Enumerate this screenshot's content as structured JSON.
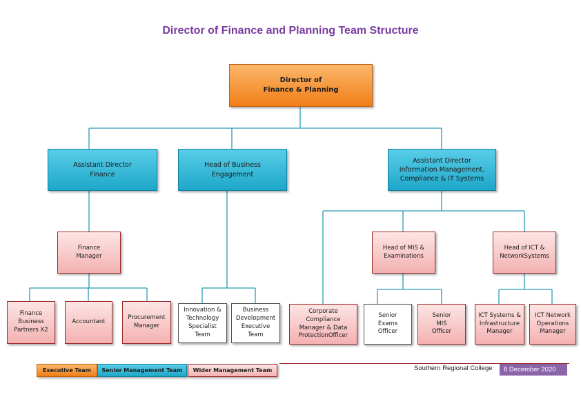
{
  "title": "Director of Finance and Planning Team Structure",
  "colors": {
    "executive": "#f07e17",
    "senior": "#1ea7c9",
    "wider": "#f4b1b1",
    "connector": "#2a9bb8",
    "title": "#7a3aa0",
    "date_bg": "#8a63a9"
  },
  "nodes": {
    "director": "Director of\nFinance & Planning",
    "ad_finance": "Assistant Director\nFinance",
    "head_business": "Head of Business\nEngagement",
    "ad_info": "Assistant Director\nInformation Management,\nCompliance & IT Systems",
    "finance_manager": "Finance\nManager",
    "head_mis": "Head of MIS &\nExaminations",
    "head_ict": "Head of ICT &\nNetworkSystems",
    "finance_bp": "Finance\nBusiness\nPartners X2",
    "accountant": "Accountant",
    "procurement": "Procurement\nManager",
    "innovation": "Innovation &\nTechnology\nSpecialist\nTeam",
    "business_dev": "Business\nDevelopment\nExecutive\nTeam",
    "corporate": "Corporate\nCompliance\nManager & Data\nProtectionOfficer",
    "senior_exams": "Senior\nExams\nOfficer",
    "senior_mis": "Senior\nMIS\nOfficer",
    "ict_systems": "ICT Systems &\nInfrastructure\nManager",
    "ict_network": "ICT Network\nOperations\nManager"
  },
  "legend": {
    "executive": "Executive Team",
    "senior": "Senior Management Team",
    "wider": "Wider Management Team"
  },
  "footer": {
    "college": "Southern Regional College",
    "date": "8 December 2020"
  }
}
